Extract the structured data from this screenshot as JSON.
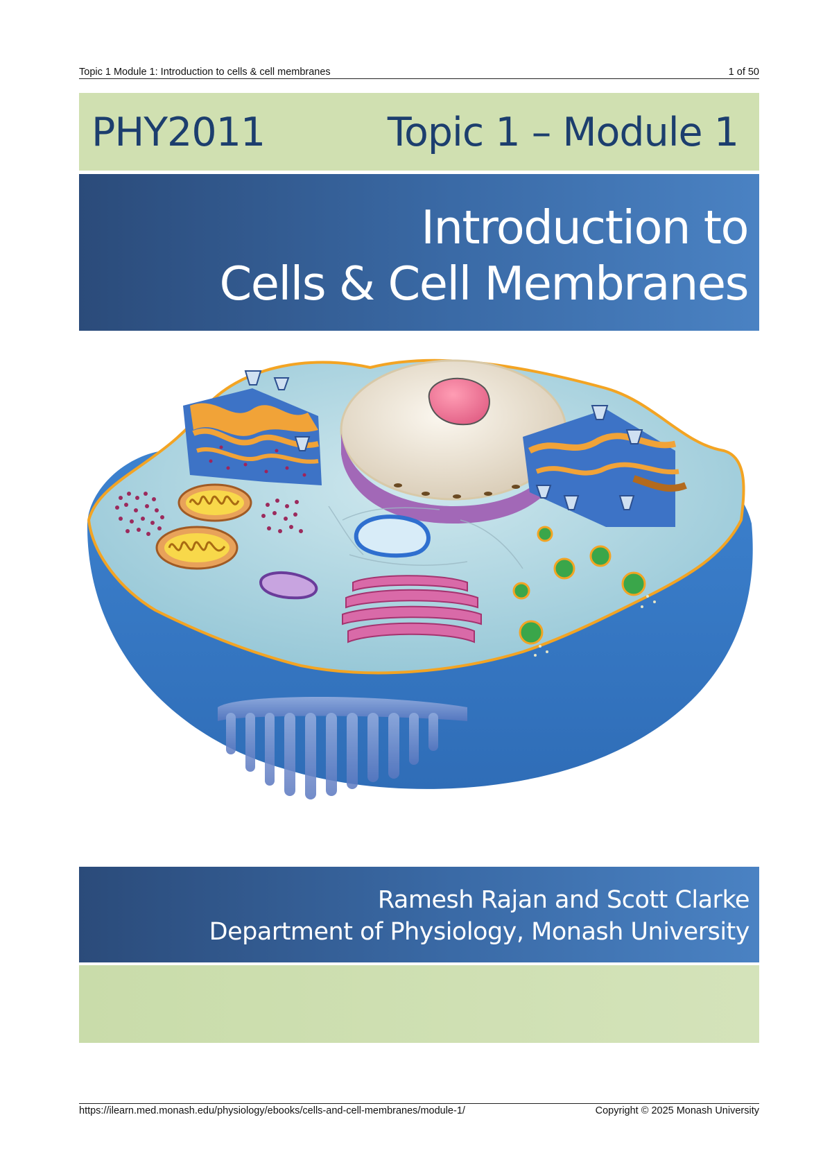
{
  "header": {
    "running_title": "Topic 1 Module 1: Introduction to cells & cell membranes",
    "page_indicator": "1 of 50"
  },
  "cover": {
    "course_code": "PHY2011",
    "topic_module": "Topic 1 – Module 1",
    "title_line1": "Introduction to",
    "title_line2": "Cells & Cell Membranes",
    "authors": "Ramesh Rajan and Scott Clarke",
    "department": "Department of Physiology, Monash University"
  },
  "footer": {
    "url": "https://ilearn.med.monash.edu/physiology/ebooks/cells-and-cell-membranes/module-1/",
    "copyright": "Copyright © 2025 Monash University"
  },
  "colors": {
    "band_green": "#d0e0b1",
    "band_blue_dark": "#2b4b7a",
    "band_blue_light": "#4a82c3",
    "title_text_navy": "#1c3e6e"
  }
}
